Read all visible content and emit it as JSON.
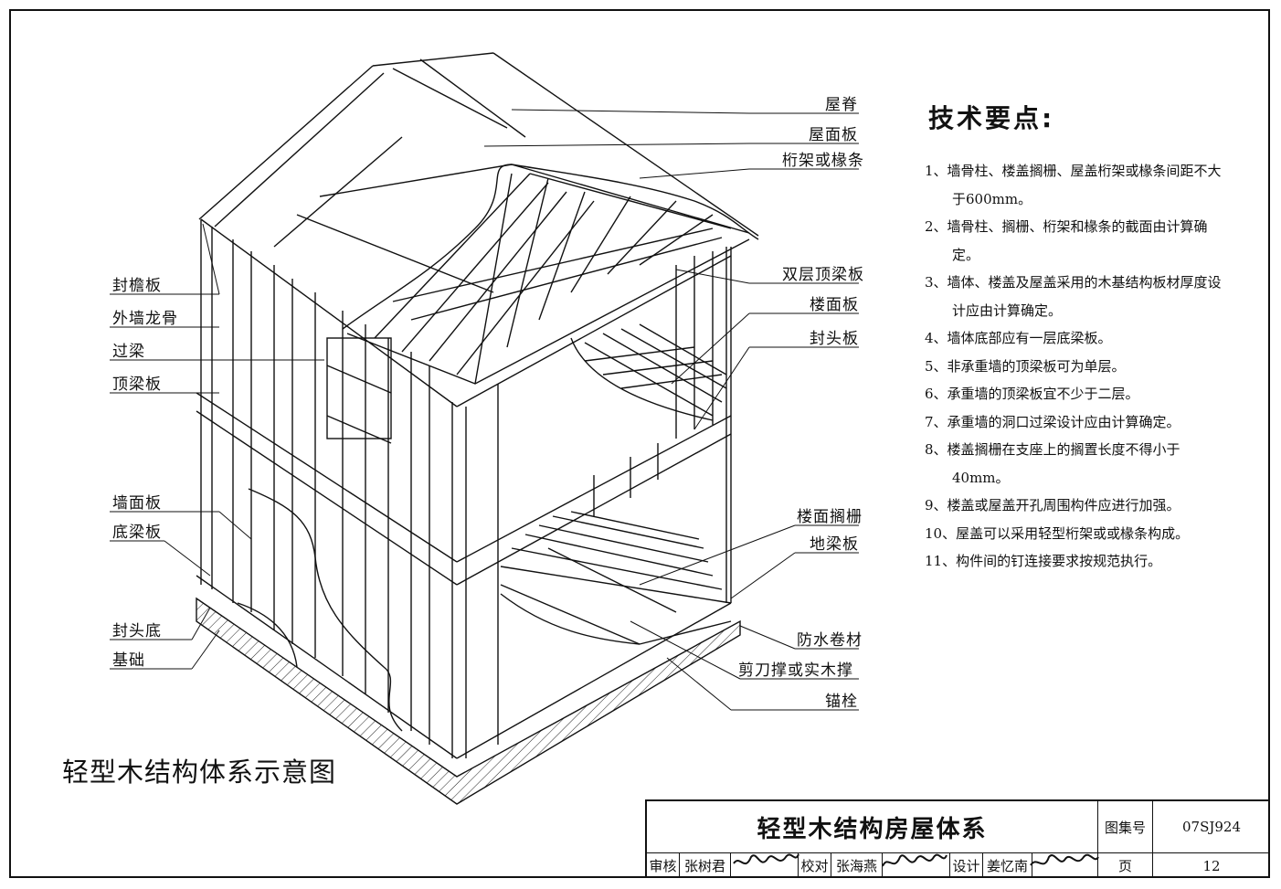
{
  "diagram_title": "轻型木结构体系示意图",
  "left_labels": [
    "封檐板",
    "外墙龙骨",
    "过梁",
    "顶梁板",
    "墙面板",
    "底梁板",
    "封头底",
    "基础"
  ],
  "right_labels": [
    "屋脊",
    "屋面板",
    "桁架或椽条",
    "双层顶梁板",
    "楼面板",
    "封头板",
    "楼面搁栅",
    "地梁板",
    "防水卷材",
    "剪刀撑或实木撑",
    "锚栓"
  ],
  "tech": {
    "title": "技术要点:",
    "items": [
      "1、墙骨柱、楼盖搁栅、屋盖桁架或椽条间距不大于600mm。",
      "2、墙骨柱、搁栅、桁架和椽条的截面由计算确定。",
      "3、墙体、楼盖及屋盖采用的木基结构板材厚度设计应由计算确定。",
      "4、墙体底部应有一层底梁板。",
      "5、非承重墙的顶梁板可为单层。",
      "6、承重墙的顶梁板宜不少于二层。",
      "7、承重墙的洞口过梁设计应由计算确定。",
      "8、楼盖搁栅在支座上的搁置长度不得小于40mm。",
      "9、楼盖或屋盖开孔周围构件应进行加强。",
      "10、屋盖可以采用轻型桁架或或椽条构成。",
      "11、构件间的钉连接要求按规范执行。"
    ]
  },
  "title_block": {
    "drawing_title": "轻型木结构房屋体系",
    "atlas_label": "图集号",
    "atlas_no": "07SJ924",
    "review_label": "审核",
    "reviewer": "张树君",
    "check_label": "校对",
    "checker": "张海燕",
    "design_label": "设计",
    "designer": "姜忆南",
    "page_label": "页",
    "page_no": "12"
  }
}
